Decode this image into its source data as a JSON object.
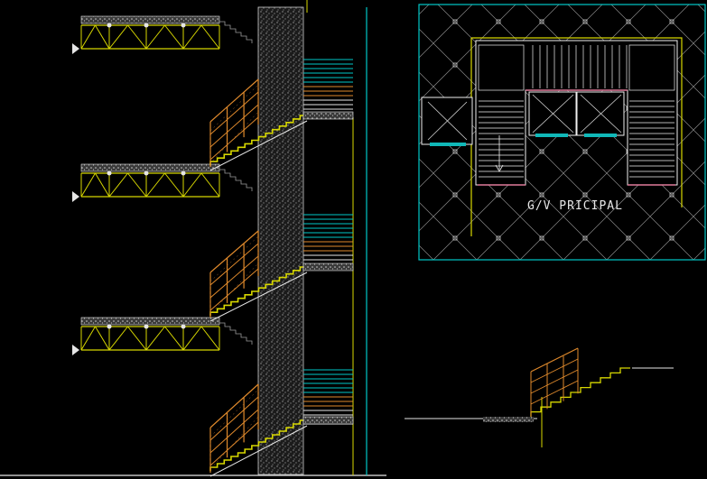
{
  "drawing": {
    "background": "#000000",
    "colors": {
      "concrete": "#e6e6e6",
      "structure": "#d7d700",
      "railing": "#e08a2c",
      "glass": "#00c8c8",
      "plan_frame": "#00c8c8",
      "plan_walls": "#f0f0f0",
      "hatch": "#7a7a7a",
      "elevator_door": "#10b8b8",
      "pink_wall": "#e07a9a"
    },
    "plan": {
      "label": "G/V PRICIPAL"
    },
    "section": {
      "flights": 3,
      "landing_trusses": 3
    }
  }
}
